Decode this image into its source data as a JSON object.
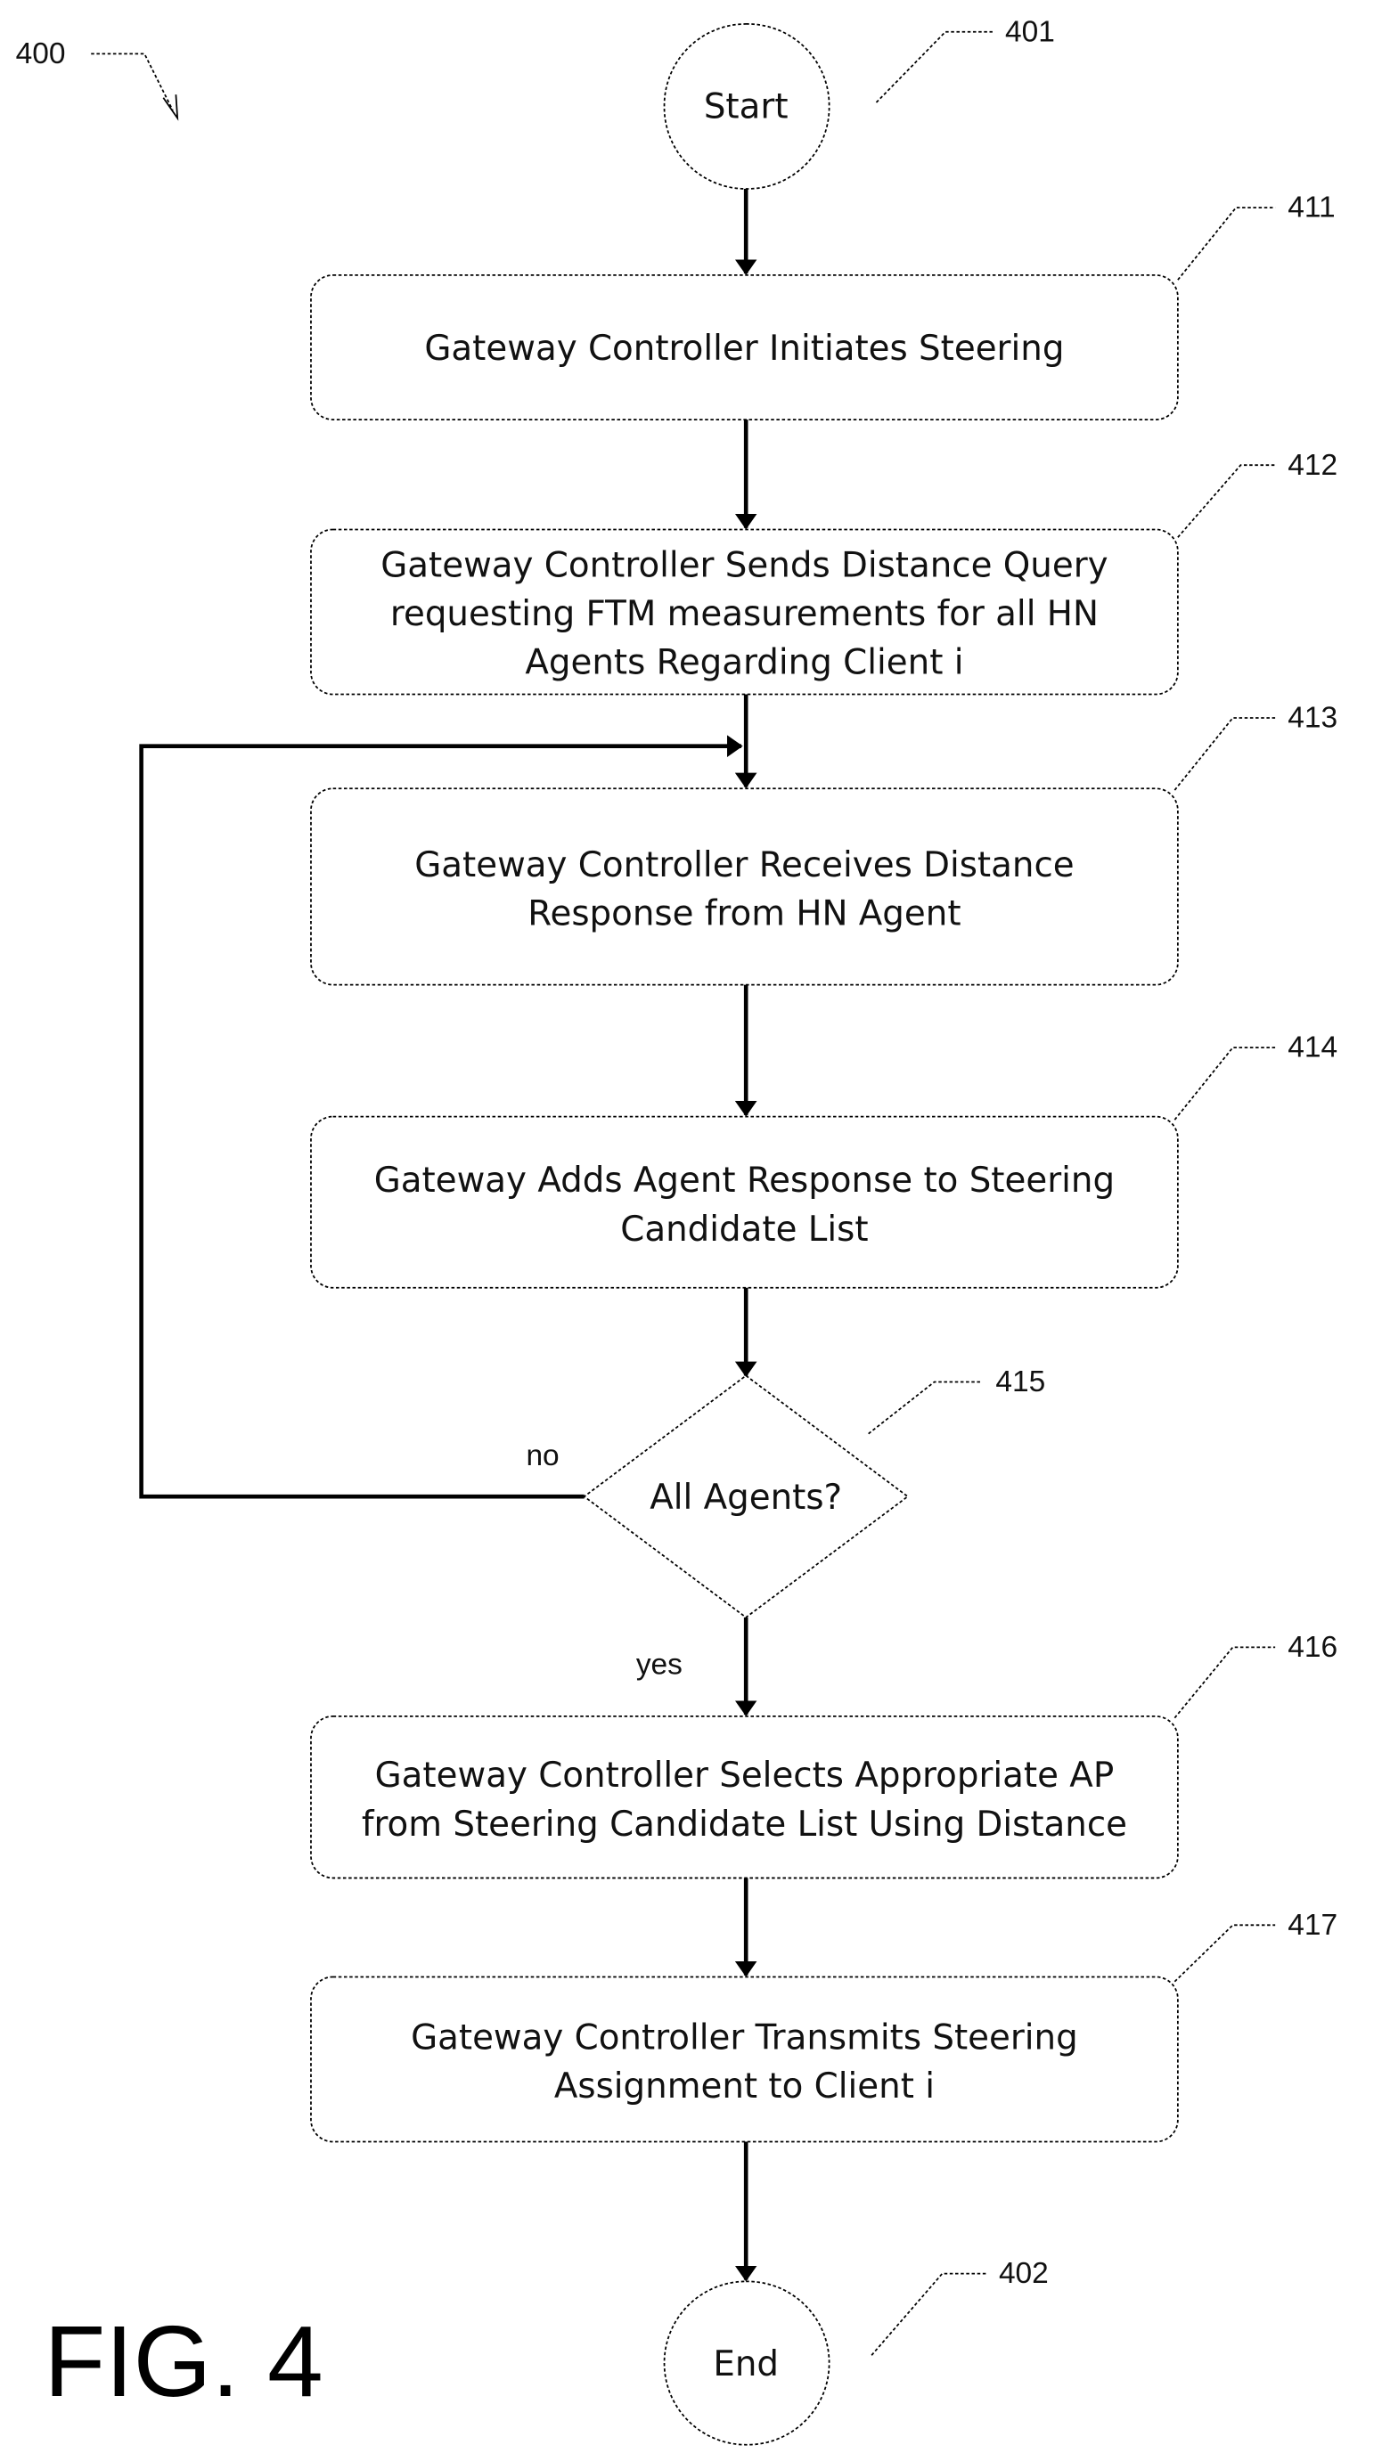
{
  "figure": {
    "label": "FIG. 4",
    "ref": "400"
  },
  "nodes": {
    "start": {
      "ref": "401",
      "text": [
        "Start"
      ]
    },
    "n411": {
      "ref": "411",
      "text": [
        "Gateway Controller Initiates Steering"
      ]
    },
    "n412": {
      "ref": "412",
      "text": [
        "Gateway Controller Sends Distance Query",
        "requesting FTM measurements for all HN",
        "Agents Regarding Client i"
      ]
    },
    "n413": {
      "ref": "413",
      "text": [
        "Gateway Controller Receives Distance",
        "Response from HN Agent"
      ]
    },
    "n414": {
      "ref": "414",
      "text": [
        "Gateway Adds Agent Response to Steering",
        "Candidate List"
      ]
    },
    "n415": {
      "ref": "415",
      "text": [
        "All Agents?"
      ]
    },
    "n416": {
      "ref": "416",
      "text": [
        "Gateway Controller Selects Appropriate AP",
        "from Steering Candidate List Using Distance"
      ]
    },
    "n417": {
      "ref": "417",
      "text": [
        "Gateway Controller Transmits Steering",
        "Assignment to Client i"
      ]
    },
    "end": {
      "ref": "402",
      "text": [
        "End"
      ]
    }
  },
  "edges": {
    "no_label": "no",
    "yes_label": "yes"
  }
}
